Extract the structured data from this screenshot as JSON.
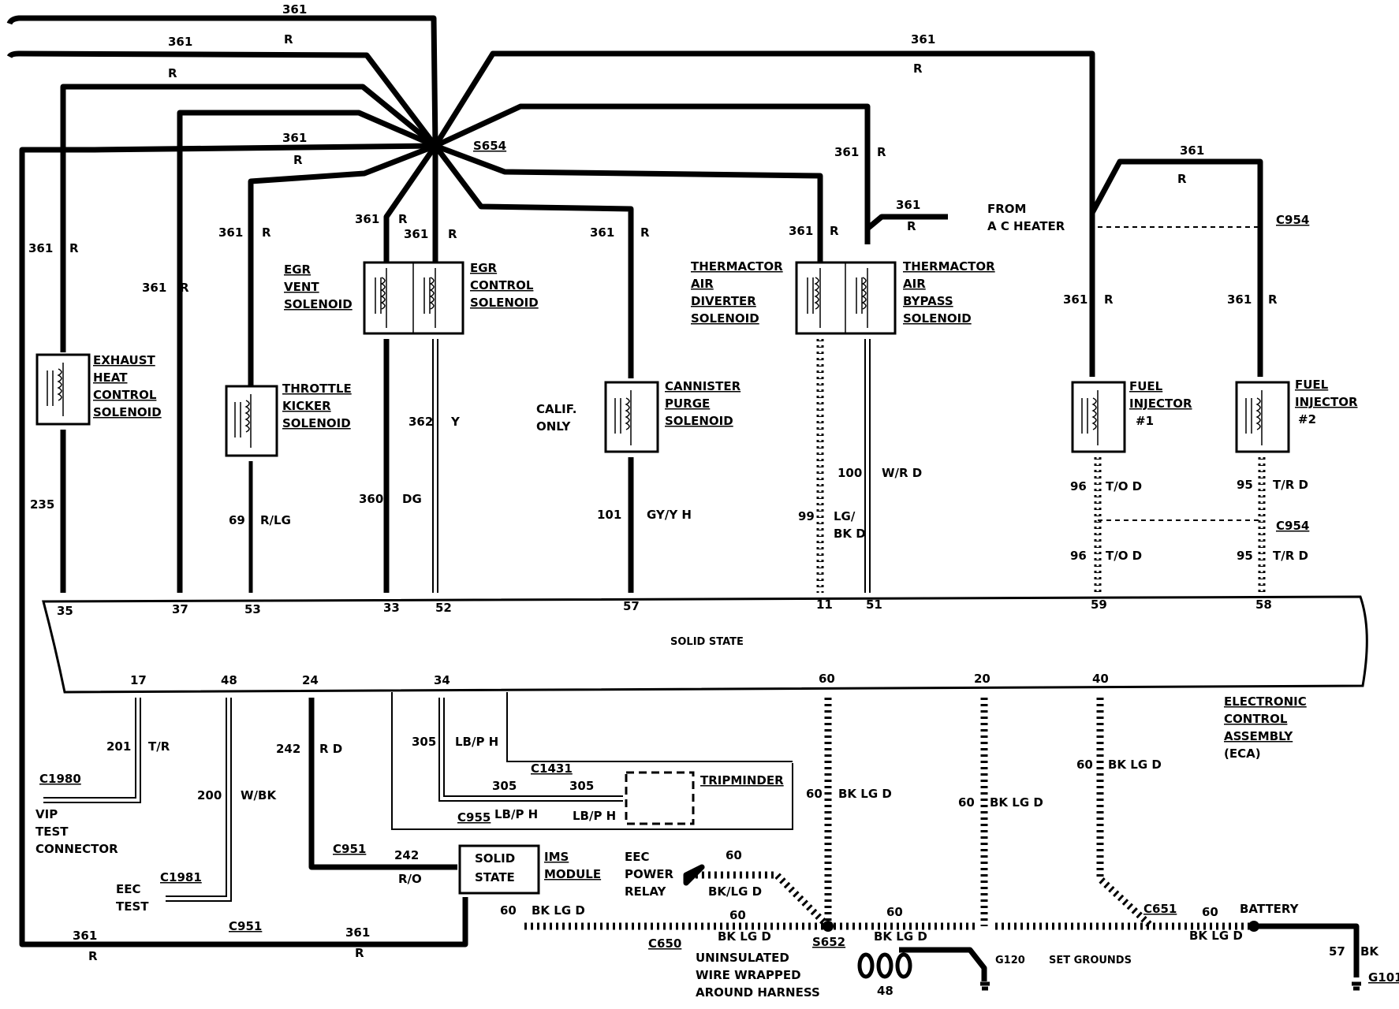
{
  "splice_main": "S654",
  "wire_361": "361",
  "color_r": "R",
  "ecu_label": "SOLID STATE",
  "ecu_name": [
    "ELECTRONIC",
    "CONTROL",
    "ASSEMBLY",
    "(ECA)"
  ],
  "components": {
    "exhaust": [
      "EXHAUST",
      "HEAT",
      "CONTROL",
      "SOLENOID"
    ],
    "throttle": [
      "THROTTLE",
      "KICKER",
      "SOLENOID"
    ],
    "egr_vent": [
      "EGR",
      "VENT",
      "SOLENOID"
    ],
    "egr_control": [
      "EGR",
      "CONTROL",
      "SOLENOID"
    ],
    "cannister": [
      "CANNISTER",
      "PURGE",
      "SOLENOID"
    ],
    "thermactor_div": [
      "THERMACTOR",
      "AIR",
      "DIVERTER",
      "SOLENOID"
    ],
    "thermactor_byp": [
      "THERMACTOR",
      "AIR",
      "BYPASS",
      "SOLENOID"
    ],
    "inj1": [
      "FUEL",
      "INJECTOR",
      "#1"
    ],
    "inj2": [
      "FUEL",
      "INJECTOR",
      "#2"
    ],
    "tripminder": "TRIPMINDER",
    "ims": [
      "SOLID",
      "STATE"
    ],
    "ims_module": [
      "IMS",
      "MODULE"
    ],
    "eec_relay": [
      "EEC",
      "POWER",
      "RELAY"
    ]
  },
  "notes": {
    "calif": [
      "CALIF.",
      "ONLY"
    ],
    "from_heater": [
      "FROM",
      "A C HEATER"
    ],
    "vip": [
      "VIP",
      "TEST",
      "CONNECTOR"
    ],
    "eec_test": [
      "EEC",
      "TEST"
    ],
    "uninsulated": [
      "UNINSULATED",
      "WIRE WRAPPED",
      "AROUND HARNESS"
    ],
    "set_grounds": "SET GROUNDS",
    "battery": "BATTERY"
  },
  "connectors": {
    "c954": "C954",
    "c1980": "C1980",
    "c1981": "C1981",
    "c951": "C951",
    "c955": "C955",
    "c1431": "C1431",
    "c650": "C650",
    "c651": "C651",
    "s652": "S652",
    "g120": "G120",
    "g101": "G101"
  },
  "pins_top": [
    "35",
    "37",
    "53",
    "33",
    "52",
    "57",
    "11",
    "51",
    "59",
    "58"
  ],
  "pins_bottom": [
    "17",
    "48",
    "24",
    "34",
    "60",
    "20",
    "40"
  ],
  "wires": {
    "w235": "235",
    "w69": "69",
    "rlg": "R/LG",
    "w360": "360",
    "dg": "DG",
    "w362": "362",
    "y": "Y",
    "w101": "101",
    "gyyh": "GY/Y H",
    "w99": "99",
    "lg": "LG/",
    "bkd": "BK D",
    "w100": "100",
    "wrd": "W/R D",
    "w96": "96",
    "tod": "T/O D",
    "w95": "95",
    "trd": "T/R D",
    "w201": "201",
    "tr": "T/R",
    "w200": "200",
    "wbk": "W/BK",
    "w242": "242",
    "rd": "R D",
    "ro": "R/O",
    "w305": "305",
    "lbph": "LB/P H",
    "lbph2": "LB/P H",
    "w60": "60",
    "bklgd": "BK LG D",
    "bkslgd": "BK/LG D",
    "w48": "48",
    "w57": "57",
    "bk": "BK"
  }
}
